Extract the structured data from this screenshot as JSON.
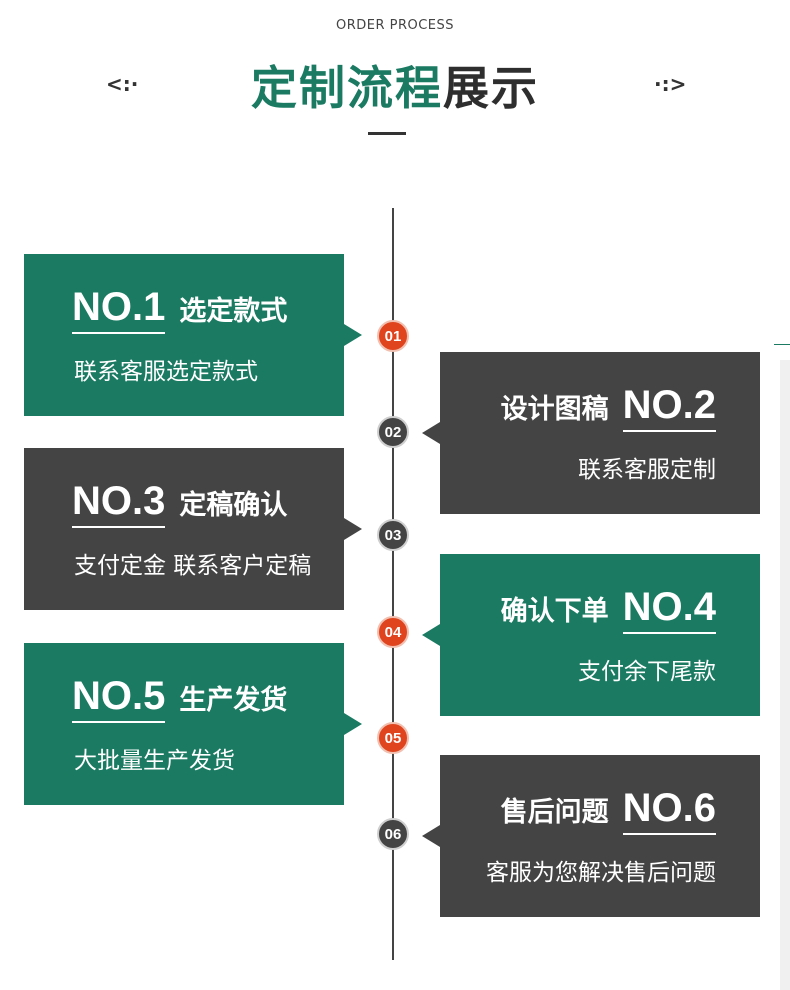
{
  "header": {
    "eyebrow": "ORDER PROCESS",
    "title_green": "定制流程",
    "title_dark": "展示",
    "deco_left": "<:·",
    "deco_right": "·:>"
  },
  "colors": {
    "green": "#1a7a62",
    "dark": "#444444",
    "red": "#e0441f",
    "white": "#ffffff"
  },
  "steps": [
    {
      "no": "NO.1",
      "name": "选定款式",
      "desc": "联系客服选定款式",
      "dot": "01",
      "color": "green",
      "dot_color": "red"
    },
    {
      "no": "NO.2",
      "name": "设计图稿",
      "desc": "联系客服定制",
      "dot": "02",
      "color": "dark",
      "dot_color": "dark"
    },
    {
      "no": "NO.3",
      "name": "定稿确认",
      "desc": "支付定金 联系客户定稿",
      "dot": "03",
      "color": "dark",
      "dot_color": "dark"
    },
    {
      "no": "NO.4",
      "name": "确认下单",
      "desc": "支付余下尾款",
      "dot": "04",
      "color": "green",
      "dot_color": "red"
    },
    {
      "no": "NO.5",
      "name": "生产发货",
      "desc": "大批量生产发货",
      "dot": "05",
      "color": "green",
      "dot_color": "red"
    },
    {
      "no": "NO.6",
      "name": "售后问题",
      "desc": "客服为您解决售后问题",
      "dot": "06",
      "color": "dark",
      "dot_color": "dark"
    }
  ]
}
